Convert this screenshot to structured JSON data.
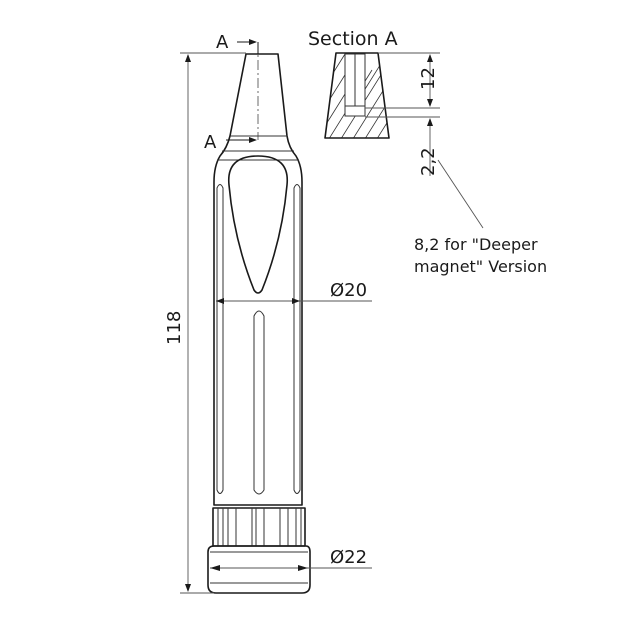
{
  "drawing": {
    "section_marker_top": "A",
    "section_marker_bottom": "A",
    "section_title": "Section A",
    "dim_overall_length": "118",
    "dim_diameter_body": "Ø20",
    "dim_diameter_base": "Ø22",
    "dim_magnet_depth": "12",
    "dim_bottom_thickness": "2,2",
    "note_line1": "8,2 for \"Deeper",
    "note_line2": "magnet\" Version"
  },
  "colors": {
    "line": "#1a1a1a",
    "dimension": "#555555",
    "background": "#ffffff"
  }
}
